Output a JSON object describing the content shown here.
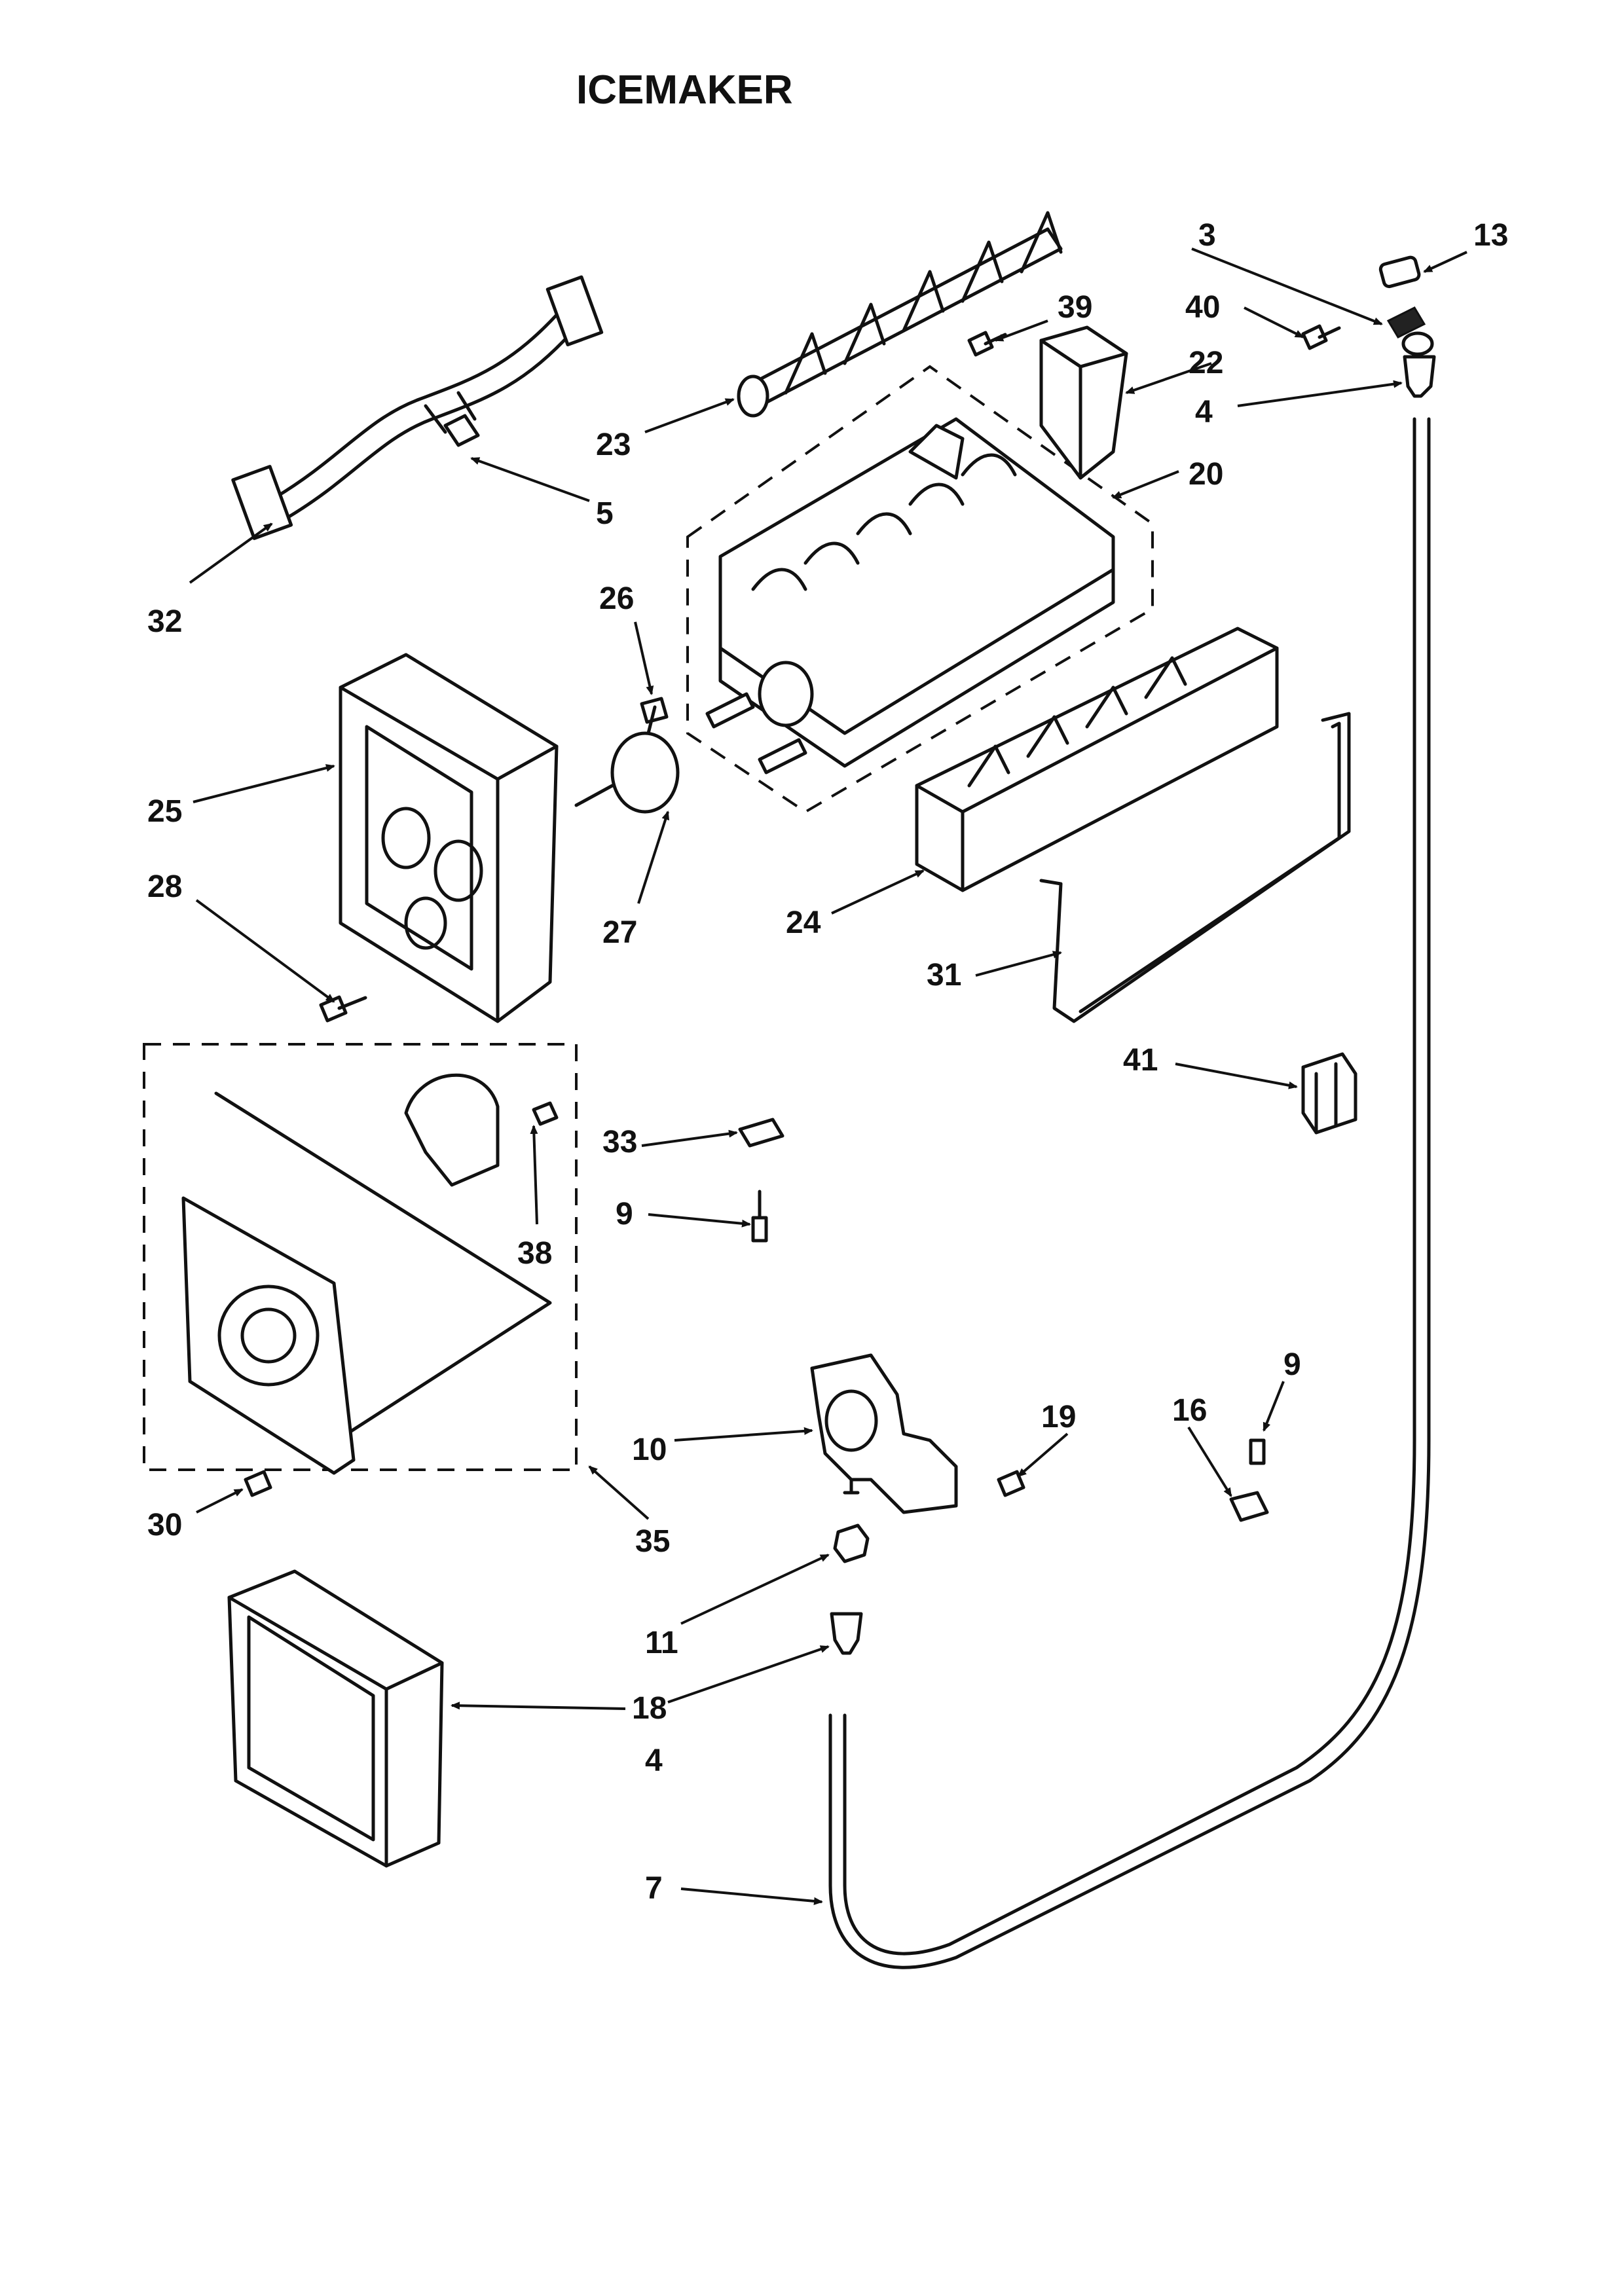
{
  "title": "ICEMAKER",
  "callouts": {
    "c3": "3",
    "c13": "13",
    "c39": "39",
    "c40": "40",
    "c22": "22",
    "c23": "23",
    "c4_top": "4",
    "c20": "20",
    "c5": "5",
    "c32": "32",
    "c26": "26",
    "c25": "25",
    "c28": "28",
    "c27": "27",
    "c24": "24",
    "c31": "31",
    "c41": "41",
    "c33": "33",
    "c38": "38",
    "c9_left": "9",
    "c9_right": "9",
    "c16": "16",
    "c19": "19",
    "c10": "10",
    "c30": "30",
    "c35": "35",
    "c11": "11",
    "c18": "18",
    "c4_bottom": "4",
    "c7": "7"
  }
}
